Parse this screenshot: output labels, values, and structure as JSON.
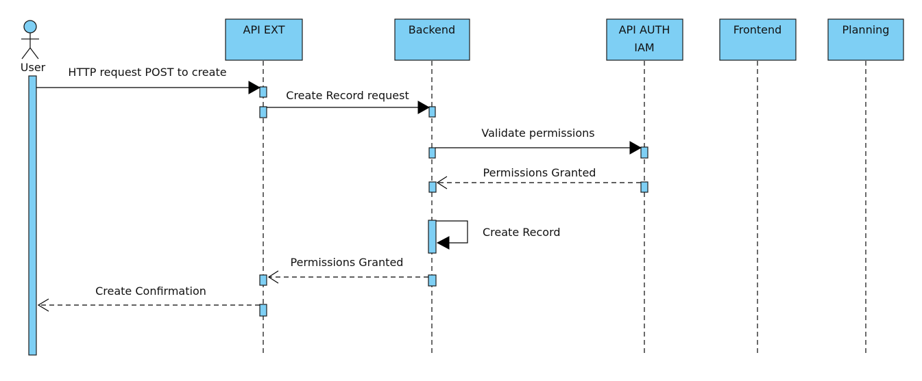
{
  "diagram": {
    "actor": {
      "label": "User"
    },
    "lifelines": [
      {
        "id": "api-ext",
        "lines": [
          "API EXT"
        ]
      },
      {
        "id": "backend",
        "lines": [
          "Backend"
        ]
      },
      {
        "id": "api-auth",
        "lines": [
          "API AUTH",
          "IAM"
        ]
      },
      {
        "id": "frontend",
        "lines": [
          "Frontend"
        ]
      },
      {
        "id": "planning",
        "lines": [
          "Planning"
        ]
      }
    ],
    "messages": [
      {
        "from": "user",
        "to": "api-ext",
        "label": "HTTP request POST to create",
        "style": "sync"
      },
      {
        "from": "api-ext",
        "to": "backend",
        "label": "Create Record request",
        "style": "sync"
      },
      {
        "from": "backend",
        "to": "api-auth",
        "label": "Validate permissions",
        "style": "sync"
      },
      {
        "from": "api-auth",
        "to": "backend",
        "label": "Permissions Granted",
        "style": "return"
      },
      {
        "from": "backend",
        "to": "backend",
        "label": "Create Record",
        "style": "self"
      },
      {
        "from": "backend",
        "to": "api-ext",
        "label": "Permissions Granted",
        "style": "return"
      },
      {
        "from": "api-ext",
        "to": "user",
        "label": "Create Confirmation",
        "style": "return"
      }
    ],
    "colors": {
      "fill": "#7ecff4",
      "stroke": "#1a1a1a",
      "arrow": "#000000"
    }
  }
}
